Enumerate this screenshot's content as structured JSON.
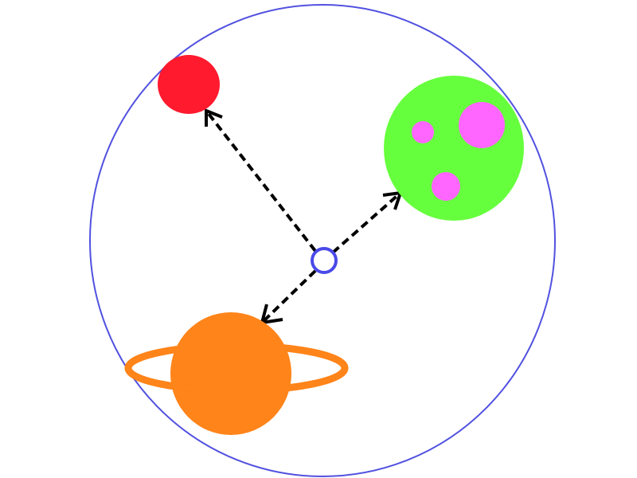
{
  "colors": {
    "background": "#ffffff",
    "boundary": "#5151e0",
    "center_marker": "#4a4ae8",
    "arrow": "#000000",
    "red_planet": "#ff1a2e",
    "green_planet": "#66ff3d",
    "green_planet_spots": "#ff66ff",
    "ringed_planet": "#ff8419",
    "ringed_planet_ring": "#ff8419"
  },
  "diagram": {
    "objects": [
      {
        "id": "boundary",
        "kind": "outer circle"
      },
      {
        "id": "center",
        "kind": "small ring marker"
      },
      {
        "id": "red-planet",
        "kind": "planet"
      },
      {
        "id": "green-planet",
        "kind": "planet with spots",
        "spot_count": 3
      },
      {
        "id": "ringed-planet",
        "kind": "planet with ring"
      }
    ],
    "arrows": [
      {
        "from": "center",
        "to": "red-planet",
        "style": "dashed"
      },
      {
        "from": "center",
        "to": "green-planet",
        "style": "dashed"
      },
      {
        "from": "center",
        "to": "ringed-planet",
        "style": "dashed"
      }
    ]
  }
}
